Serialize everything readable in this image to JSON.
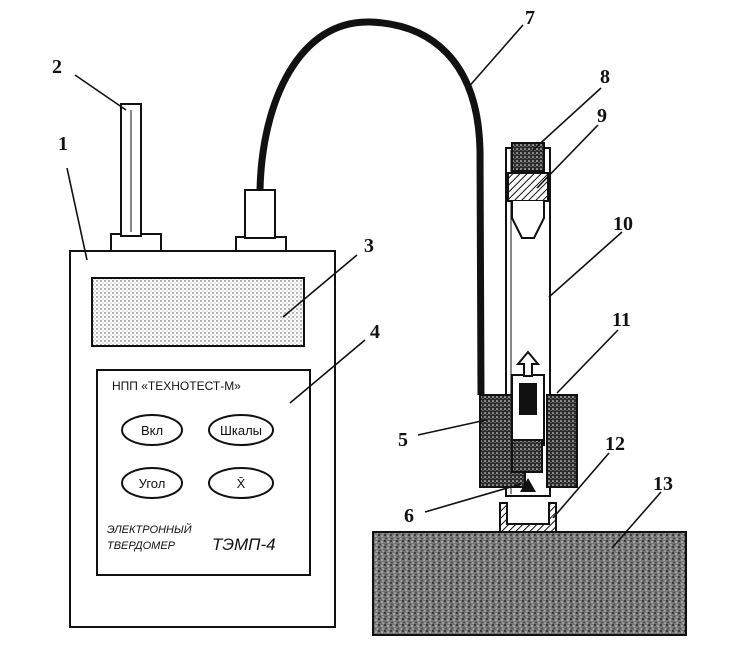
{
  "device": {
    "brand": "НПП «ТЕХНОТЕСТ-М»",
    "type_line1": "ЭЛЕКТРОННЫЙ",
    "type_line2": "ТВЕРДОМЕР",
    "model": "ТЭМП-4",
    "buttons": {
      "power": "Вкл",
      "scales": "Шкалы",
      "angle": "Угол",
      "mean": "X̄"
    }
  },
  "labels": [
    "1",
    "2",
    "3",
    "4",
    "5",
    "6",
    "7",
    "8",
    "9",
    "10",
    "11",
    "12",
    "13"
  ]
}
